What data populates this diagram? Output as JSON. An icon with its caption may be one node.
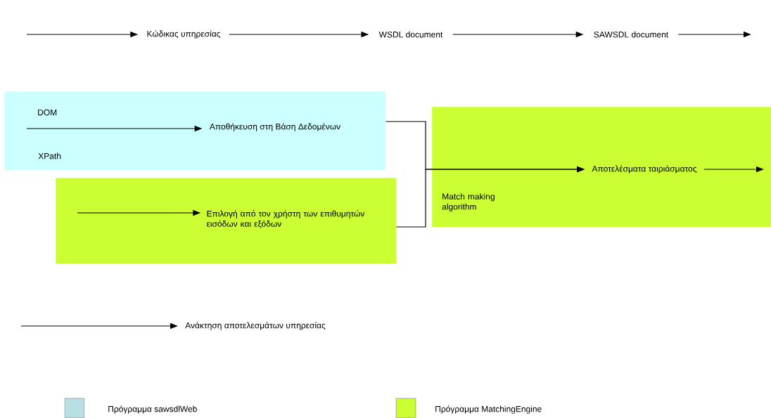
{
  "diagram": {
    "nodes": [
      {
        "text": [
          "Κώδικας υπηρεσίας"
        ]
      },
      {
        "text": [
          "WSDL document"
        ]
      },
      {
        "text": [
          "SAWSDL document"
        ]
      },
      {
        "text": [],
        "shape": "box"
      },
      {
        "text": [
          "Αποθήκευση στη Βάση Δεδομένων"
        ],
        "in": 3
      },
      {
        "text": [],
        "shape": "box"
      },
      {
        "text": [
          "Επιλογή από τον χρήστη των επιθυμητών εισόδων και εξόδων"
        ],
        "in": 5
      },
      {
        "text": [],
        "shape": "box"
      },
      {
        "text": [
          "Αποτελέσματα ταιριάσματος"
        ],
        "in": 7
      },
      {
        "text": [
          "Ανάκτηση αποτελεσμάτων υπηρεσίας"
        ]
      }
    ],
    "edges": [
      {
        "from": null,
        "to": 0,
        "arrow": "to"
      },
      {
        "from": 0,
        "to": 1,
        "arrow": "to"
      },
      {
        "from": 1,
        "to": 2,
        "arrow": "to"
      },
      {
        "from": 2,
        "to": null,
        "arrow": "to"
      },
      {
        "from": null,
        "to": 4,
        "arrow": "to",
        "label": "DOM"
      },
      {
        "from": null,
        "to": 6,
        "arrow": "to"
      },
      {
        "from": 3,
        "to": 8,
        "arrow": "to",
        "label": "Match making algorithm"
      },
      {
        "from": 5,
        "to": 8,
        "arrow": "to"
      },
      {
        "from": 8,
        "to": null,
        "arrow": "to"
      },
      {
        "from": null,
        "to": 9,
        "arrow": "to"
      }
    ],
    "labels": [
      "XPath"
    ],
    "legend": [
      {
        "text": "Πρόγραμμα sawsdlWeb",
        "color": "#b7dfe4"
      },
      {
        "text": "Πρόγραμμα MatchingEngine",
        "color": "#ccff33"
      }
    ]
  }
}
